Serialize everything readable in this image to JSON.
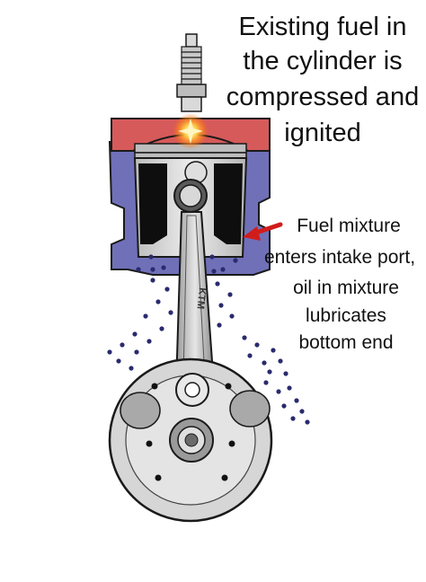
{
  "captions": {
    "ignition": {
      "lines": [
        "Existing fuel in",
        "the cylinder is",
        "compressed and",
        "ignited"
      ]
    },
    "intake": {
      "lines": [
        "Fuel mixture",
        "enters intake port,",
        "oil in mixture",
        "lubricates",
        "bottom end"
      ]
    },
    "rod_stamp": "KTM"
  },
  "colors": {
    "cylinder_head": "#d65a5a",
    "cylinder": "#6f70b8",
    "arrow": "#d11c1c",
    "spark": "#ffb020",
    "fuel_dots": "#2a2a6e",
    "metal": "#cfcfcf",
    "outline": "#1a1a1a"
  },
  "icons": {
    "spark_plug": "spark-plug-icon",
    "spark": "ignition-spark-icon",
    "arrow": "intake-arrow-icon"
  }
}
